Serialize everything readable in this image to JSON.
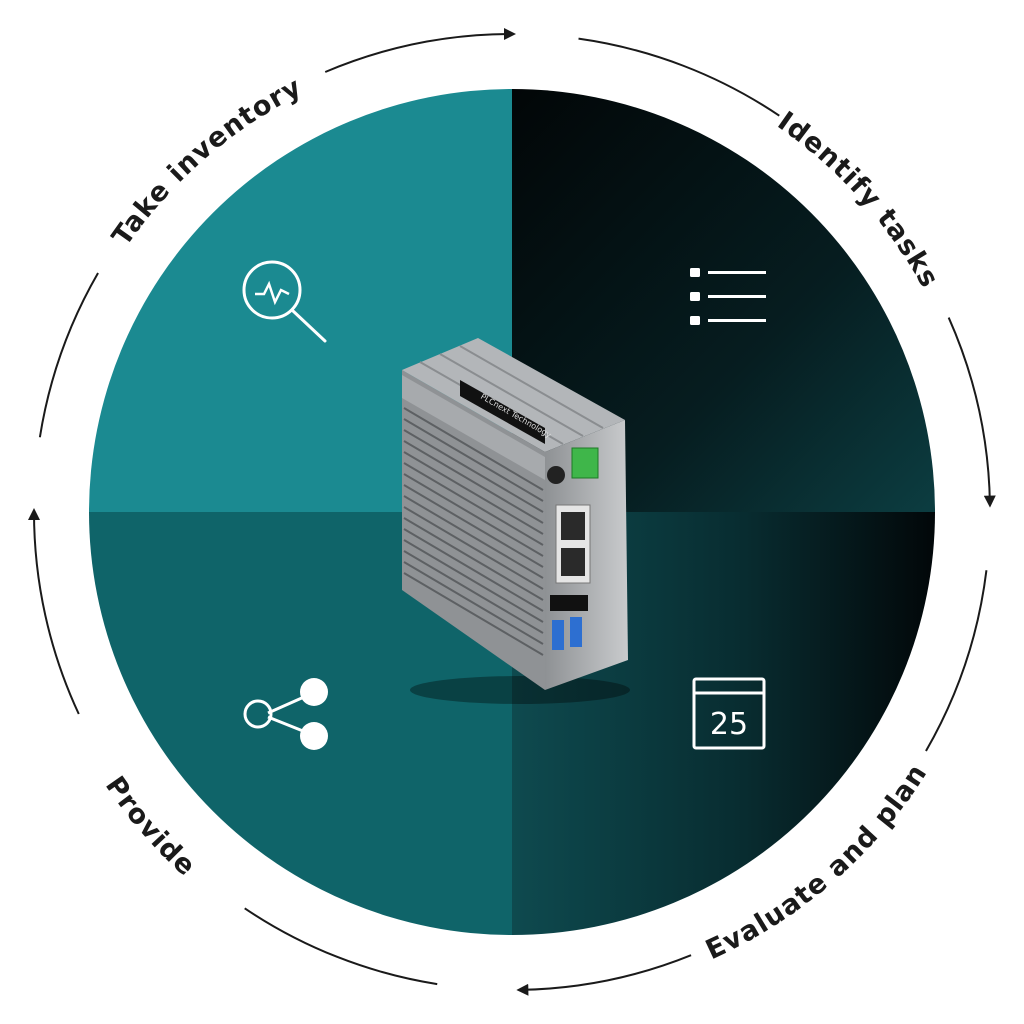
{
  "steps": [
    {
      "label": "Take inventory",
      "icon": "magnifier-pulse-icon"
    },
    {
      "label": "Identify tasks",
      "icon": "checklist-icon"
    },
    {
      "label": "Evaluate and plan",
      "icon": "calendar-icon",
      "icon_text": "25"
    },
    {
      "label": "Provide",
      "icon": "share-icon"
    }
  ],
  "device": {
    "brand_text": "PLCnext Technology",
    "name": "industrial-edge-pc"
  },
  "colors": {
    "teal_light": "#1b8a91",
    "teal_dark": "#0f6469",
    "black": "#03090b",
    "arrow": "#1a1a1a"
  }
}
